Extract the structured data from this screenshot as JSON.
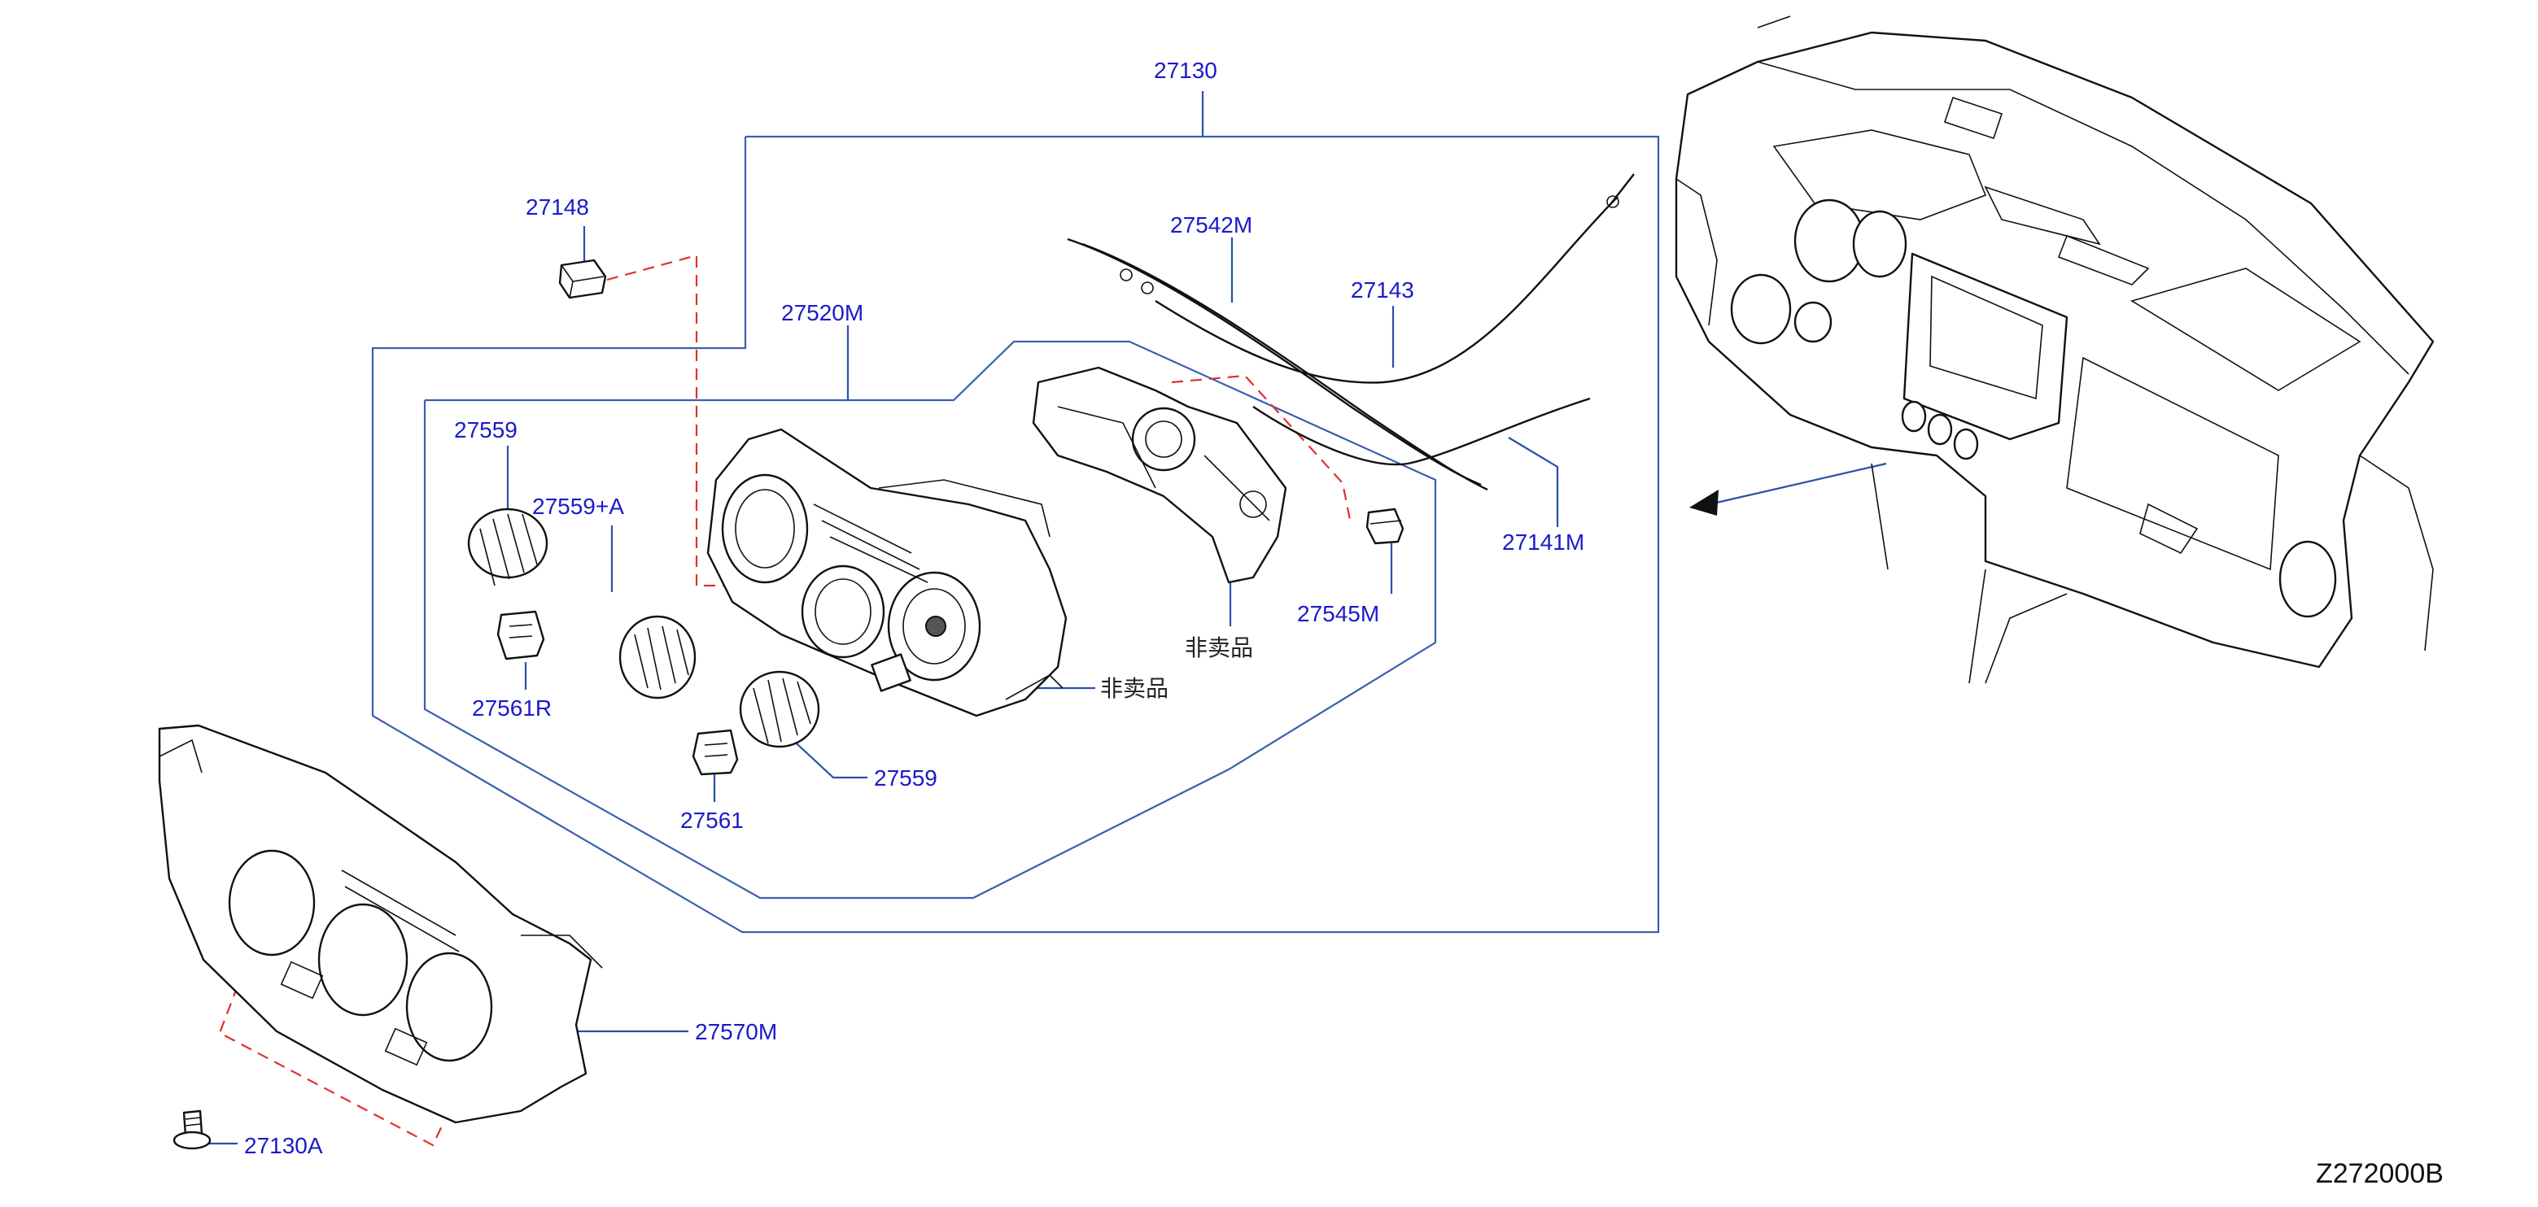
{
  "diagram": {
    "id_label": "Z272000B",
    "colors": {
      "callout_text": "#1a1acc",
      "leader_line": "#2a4fa8",
      "dashed_line": "#e03030",
      "drawing": "#111111"
    },
    "callouts": {
      "p27130": "27130",
      "p27148": "27148",
      "p27520M": "27520M",
      "p27542M": "27542M",
      "p27143": "27143",
      "p27559_top": "27559",
      "p27559A": "27559+A",
      "p27561R": "27561R",
      "p27561": "27561",
      "p27559_bottom": "27559",
      "p27545M": "27545M",
      "p27141M": "27141M",
      "p27570M": "27570M",
      "p27130A": "27130A"
    },
    "not_for_sale": {
      "label_1": "非卖品",
      "label_2": "非卖品"
    }
  }
}
